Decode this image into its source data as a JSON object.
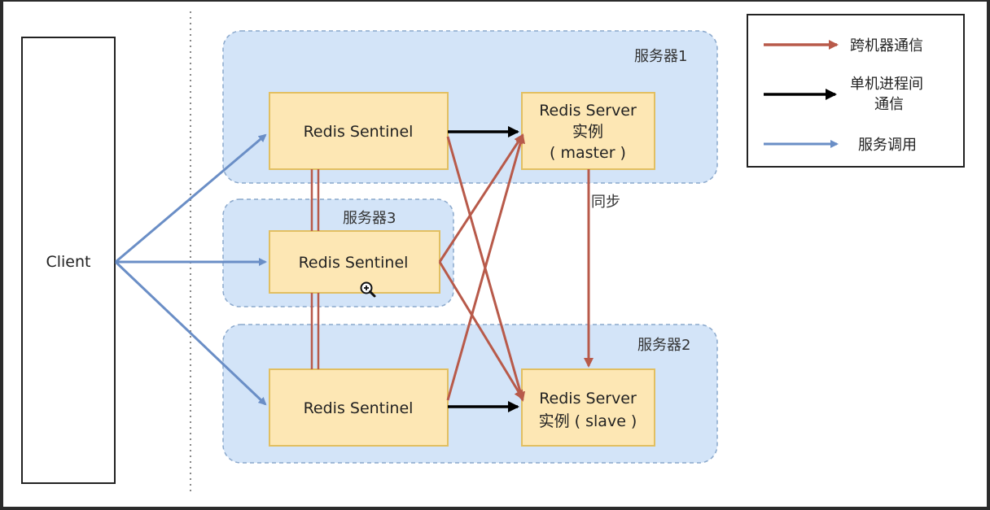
{
  "client": {
    "label": "Client"
  },
  "regions": {
    "server1": "服务器1",
    "server2": "服务器2",
    "server3": "服务器3"
  },
  "sentinels": {
    "s1": "Redis Sentinel",
    "s2": "Redis Sentinel",
    "s3": "Redis Sentinel"
  },
  "master": {
    "line1": "Redis Server",
    "line2": "实例",
    "line3": "( master )"
  },
  "slave": {
    "line1": "Redis Server",
    "line2": "实例 ( slave )"
  },
  "sync_label": "同步",
  "legend": {
    "cross_machine": "跨机器通信",
    "single_machine_line1": "单机进程间",
    "single_machine_line2": "通信",
    "service_call": "服务调用"
  },
  "colors": {
    "red_arrow": "#b85a4a",
    "black_arrow": "#000000",
    "blue_arrow": "#6a8ec6",
    "region_fill": "#d3e4f8",
    "box_fill": "#fde7b4",
    "box_stroke": "#e2bf61"
  },
  "icons": {
    "zoom": "zoom-in-icon"
  }
}
